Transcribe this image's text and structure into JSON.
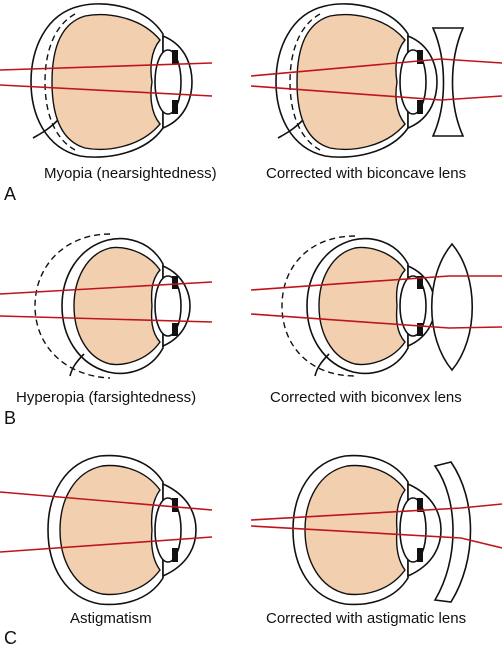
{
  "colors": {
    "eye_fill": "#f2cfae",
    "ray": "#c0141b",
    "outline": "#111111",
    "background": "#ffffff"
  },
  "rows": [
    {
      "letter": "A",
      "left_caption": "Myopia (nearsightedness)",
      "right_caption": "Corrected with biconcave lens",
      "left_eye": "myopic-eye-elongated",
      "right_eye": "myopic-eye-with-biconcave-lens",
      "lens": "biconcave-lens"
    },
    {
      "letter": "B",
      "left_caption": "Hyperopia (farsightedness)",
      "right_caption": "Corrected with biconvex lens",
      "left_eye": "hyperopic-eye-short",
      "right_eye": "hyperopic-eye-with-biconvex-lens",
      "lens": "biconvex-lens"
    },
    {
      "letter": "C",
      "left_caption": "Astigmatism",
      "right_caption": "Corrected with astigmatic lens",
      "left_eye": "astigmatic-eye",
      "right_eye": "astigmatic-eye-with-lens",
      "lens": "astigmatic-lens"
    }
  ]
}
